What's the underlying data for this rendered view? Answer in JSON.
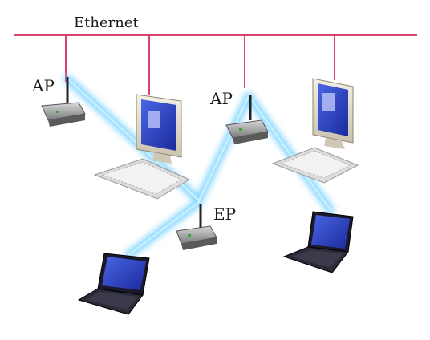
{
  "labels": {
    "bus": "Ethernet",
    "ap_left": "AP",
    "ap_right": "AP",
    "ep": "EP"
  },
  "colors": {
    "bus_line": "#d9436c",
    "wireless_glow": "#7fd4ff",
    "wireless_core": "#b8ecff",
    "screen_blue": "#2a3cc8",
    "device_grey": "#8a8a8a",
    "beige": "#e8e2d2"
  },
  "icons": [
    "access-point-icon",
    "desktop-computer-icon",
    "keyboard-icon",
    "laptop-icon",
    "antenna-icon"
  ]
}
